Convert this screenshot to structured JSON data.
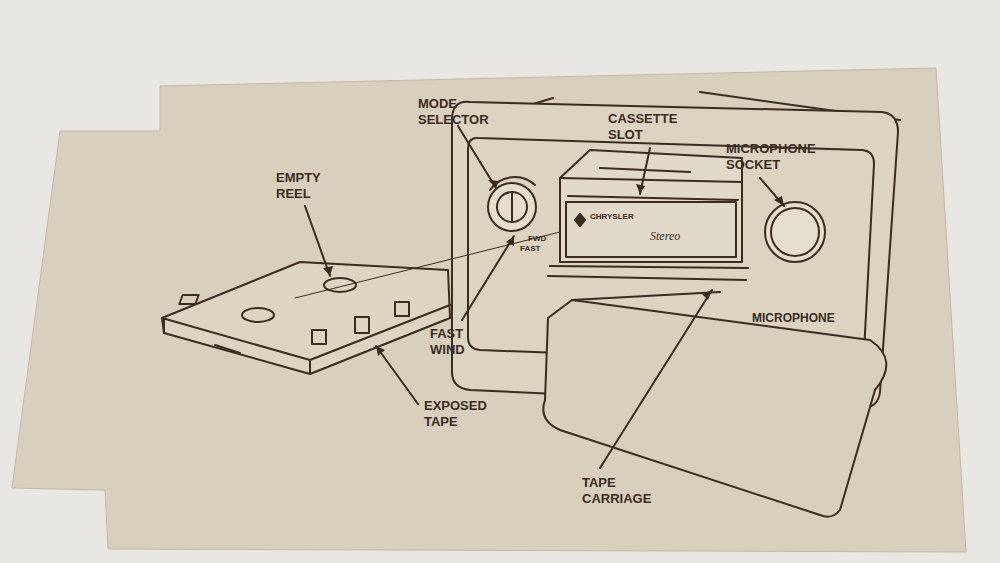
{
  "diagram": {
    "labels": [
      "MODE SELECTOR",
      "CASSETTE SLOT",
      "MICROPHONE SOCKET",
      "EMPTY REEL",
      "FAST WIND",
      "EXPOSED TAPE",
      "TAPE CARRIAGE",
      "MICROPHONE",
      "Stereo",
      "CHRYSLER",
      "FWD",
      "FAST"
    ]
  }
}
